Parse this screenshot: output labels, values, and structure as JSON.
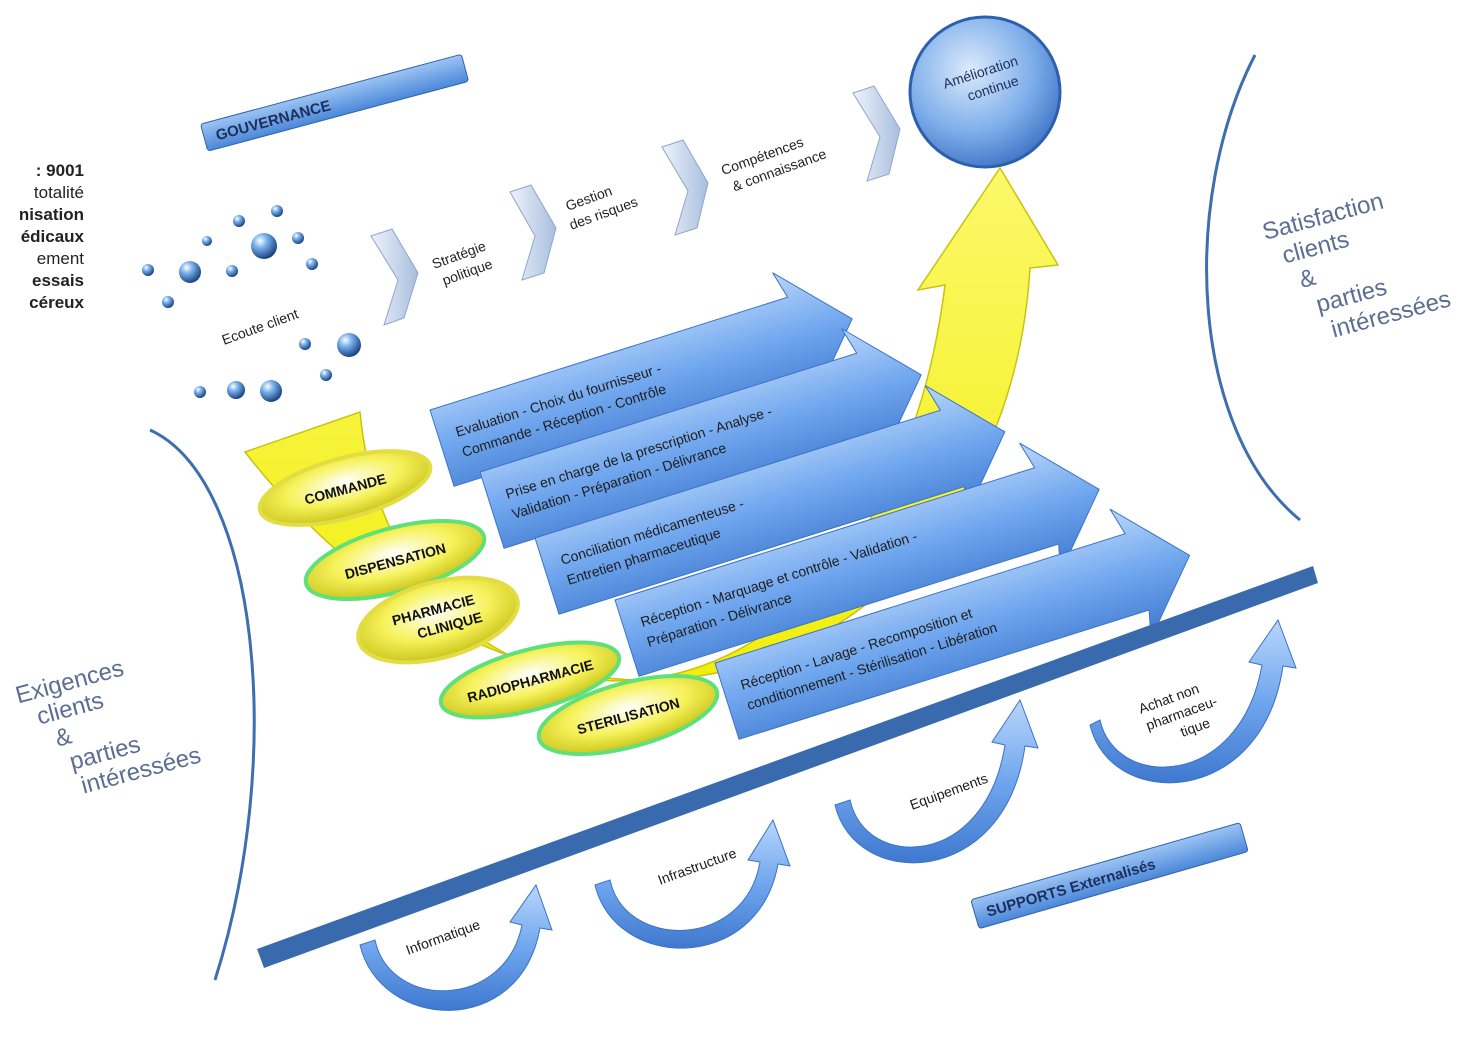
{
  "side_text": {
    "lines": [
      {
        "text": "9001 :",
        "bold": true
      },
      {
        "text": "totalité",
        "bold": false
      },
      {
        "text": "nisation",
        "bold": true
      },
      {
        "text": "édicaux",
        "bold": true
      },
      {
        "text": "ement",
        "bold": false
      },
      {
        "text": "essais",
        "bold": true
      },
      {
        "text": "céreux",
        "bold": true
      }
    ]
  },
  "governance": {
    "banner": "GOUVERNANCE",
    "ecoute": "Ecoute client",
    "steps": [
      {
        "line1": "Stratégie",
        "line2": "politique"
      },
      {
        "line1": "Gestion",
        "line2": "des risques"
      },
      {
        "line1": "Compétences",
        "line2": "& connaissance"
      }
    ],
    "improvement": {
      "line1": "Amélioration",
      "line2": "continue"
    }
  },
  "requirements": {
    "left": [
      "Exigences",
      "clients",
      "&",
      "parties",
      "intéressées"
    ],
    "right": [
      "Satisfaction",
      "clients",
      "&",
      "parties",
      "intéressées"
    ]
  },
  "processes": [
    {
      "name": "COMMANDE",
      "line1": "Evaluation - Choix du fournisseur -",
      "line2": "Commande - Réception - Contrôle"
    },
    {
      "name": "DISPENSATION",
      "line1": "Prise en charge de la prescription - Analyse -",
      "line2": "Validation - Préparation - Délivrance"
    },
    {
      "name": "PHARMACIE",
      "name2": "CLINIQUE",
      "line1": "Conciliation médicamenteuse -",
      "line2": "Entretien pharmaceutique"
    },
    {
      "name": "RADIOPHARMACIE",
      "line1": "Réception - Marquage et contrôle - Validation -",
      "line2": "Préparation - Délivrance"
    },
    {
      "name": "STERILISATION",
      "line1": "Réception - Lavage -  Recomposition et",
      "line2": "conditionnement -  Stérilisation  - Libération"
    }
  ],
  "supports": {
    "banner": "SUPPORTS Externalisés",
    "items": [
      {
        "lines": [
          "Informatique"
        ]
      },
      {
        "lines": [
          "Infrastructure"
        ]
      },
      {
        "lines": [
          "Equipements"
        ]
      },
      {
        "lines": [
          "Achat non",
          "pharmaceu-",
          "tique"
        ]
      }
    ]
  },
  "colors": {
    "blue_arrow": "#6fa6ee",
    "yellow": "#f2ee0a",
    "olive": "#c9c51c",
    "green_ring": "#5fe07a",
    "curve_blue": "#3d6eae",
    "gray_text": "#5b6e93"
  }
}
